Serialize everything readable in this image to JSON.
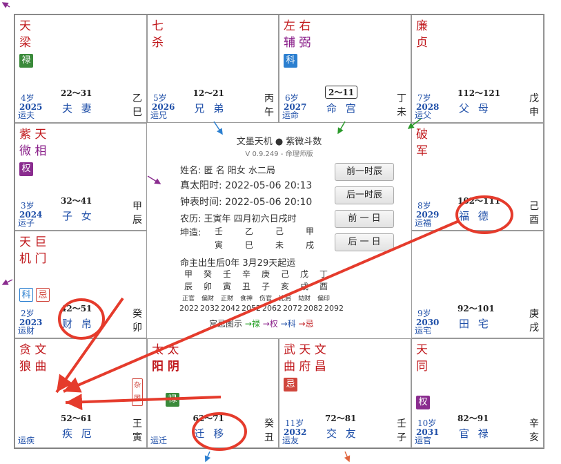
{
  "center": {
    "title": "文墨天机 ● 紫微斗数",
    "version": "V 0.9.249 - 命理师版",
    "name_line": "姓名: 匿 名        阳女 水二局",
    "true_solar": "真太阳时: 2022-05-06 20:13",
    "clock_time": "钟表时间: 2022-05-06 20:10",
    "lunar": "农历: 王寅年 四月初六日戌时",
    "kunzao_label": "坤造:",
    "kunzao_top": [
      "壬",
      "乙",
      "己",
      "甲"
    ],
    "kunzao_bottom": [
      "寅",
      "巳",
      "未",
      "戌"
    ],
    "start_luck": "命主出生后0年 3月29天起运",
    "stems": [
      "甲",
      "癸",
      "壬",
      "辛",
      "庚",
      "己",
      "戊",
      "丁"
    ],
    "branches": [
      "辰",
      "卯",
      "寅",
      "丑",
      "子",
      "亥",
      "戌",
      "酉"
    ],
    "ten_gods": [
      "正官",
      "偏财",
      "正财",
      "食神",
      "伤官",
      "比肩",
      "劫财",
      "偏印"
    ],
    "years": [
      "2022",
      "2032",
      "2042",
      "2052",
      "2062",
      "2072",
      "2082",
      "2092"
    ],
    "legend_label": "宫忌图示",
    "legend_items": [
      "→禄",
      "→权",
      "→科",
      "→忌"
    ],
    "buttons": [
      "前一时辰",
      "后一时辰",
      "前 一 日",
      "后 一 日"
    ]
  },
  "palaces": [
    {
      "stars": [
        "天",
        "梁"
      ],
      "tags": [
        {
          "t": "禄",
          "c": "green"
        }
      ],
      "age": "4岁",
      "year": "2025",
      "range": "22～31",
      "name": "夫 妻",
      "yun": "运夫",
      "gz": [
        "乙",
        "巳"
      ]
    },
    {
      "stars": [
        "七",
        "杀"
      ],
      "tags": [],
      "age": "5岁",
      "year": "2026",
      "range": "12～21",
      "name": "兄 弟",
      "yun": "运兄",
      "gz": [
        "丙",
        "午"
      ]
    },
    {
      "stars": [
        "左 右",
        "辅 弼"
      ],
      "tags": [
        {
          "t": "科",
          "c": "blue"
        }
      ],
      "age": "6岁",
      "year": "2027",
      "range": "2～11",
      "name": "命 宫",
      "yun": "运命",
      "gz": [
        "丁",
        "未"
      ]
    },
    {
      "stars": [
        "廉",
        "贞"
      ],
      "tags": [],
      "age": "7岁",
      "year": "2028",
      "range": "112～121",
      "name": "父 母",
      "yun": "运父",
      "gz": [
        "戊",
        "申"
      ]
    },
    {
      "stars": [
        "破",
        "军"
      ],
      "tags": [],
      "age": "8岁",
      "year": "2029",
      "range": "102～111",
      "name": "福 德",
      "yun": "运福",
      "gz": [
        "己",
        "酉"
      ]
    },
    {
      "stars": [],
      "tags": [],
      "age": "9岁",
      "year": "2030",
      "range": "92～101",
      "name": "田 宅",
      "yun": "运宅",
      "gz": [
        "庚",
        "戌"
      ]
    },
    {
      "stars": [
        "天",
        "同"
      ],
      "tags": [
        {
          "t": "权",
          "c": "purple"
        }
      ],
      "age": "10岁",
      "year": "2031",
      "range": "82～91",
      "name": "官 禄",
      "yun": "运官",
      "gz": [
        "辛",
        "亥"
      ]
    },
    {
      "stars": [
        "武 天 文",
        "曲 府 昌"
      ],
      "tags": [
        {
          "t": "忌",
          "c": "red"
        }
      ],
      "age": "11岁",
      "year": "2032",
      "range": "72～81",
      "name": "交 友",
      "yun": "运友",
      "gz": [
        "壬",
        "子"
      ]
    },
    {
      "stars": [
        "太 太",
        "阳 阴"
      ],
      "tags": [
        {
          "t": "禄",
          "c": "green"
        }
      ],
      "age": "",
      "year": "",
      "range": "62～71",
      "name": "迁 移",
      "yun": "运迁",
      "gz": [
        "癸",
        "丑"
      ]
    },
    {
      "stars": [
        "贪 文",
        "狼 曲"
      ],
      "tags": [],
      "age": "",
      "year": "",
      "range": "52～61",
      "name": "疾 厄",
      "yun": "运疾",
      "gz": [
        "王",
        "寅"
      ]
    },
    {
      "stars": [
        "天 巨",
        "机 门"
      ],
      "tags": [
        {
          "t": "科",
          "c": "outline-blue"
        },
        {
          "t": "忌",
          "c": "outline-red"
        }
      ],
      "age": "2岁",
      "year": "2023",
      "range": "42～51",
      "name": "财 帛",
      "yun": "运财",
      "gz": [
        "癸",
        "卯"
      ]
    },
    {
      "stars": [
        "紫 天",
        "微 相"
      ],
      "tags": [
        {
          "t": "权",
          "c": "purple"
        }
      ],
      "age": "3岁",
      "year": "2024",
      "range": "32～41",
      "name": "子 女",
      "yun": "运子",
      "gz": [
        "甲",
        "辰"
      ]
    }
  ],
  "side_tag": "杂",
  "side_tag2": "困"
}
